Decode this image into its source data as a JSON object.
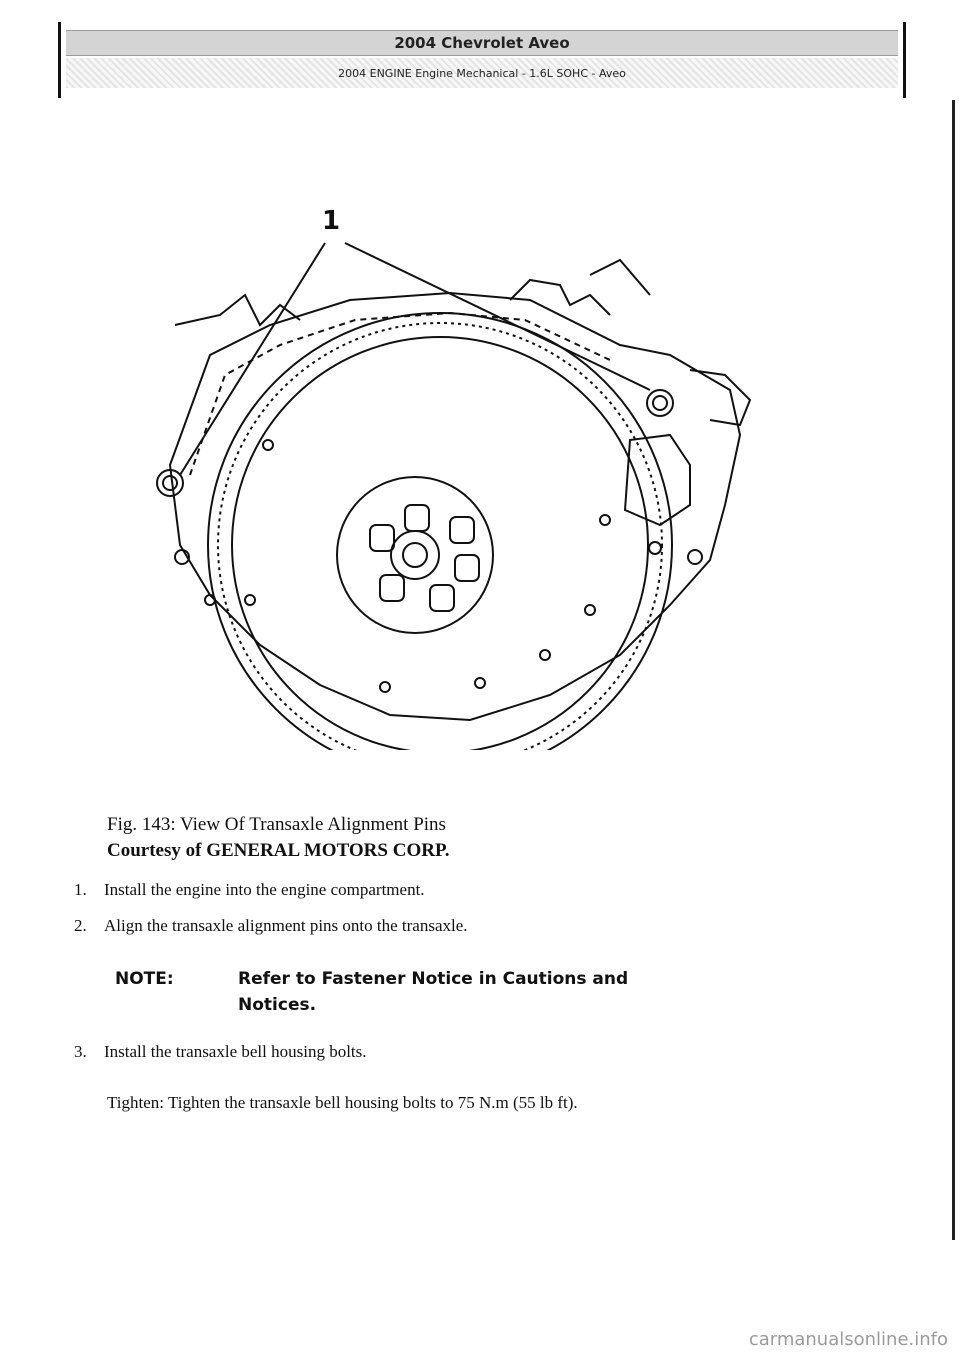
{
  "header": {
    "title": "2004 Chevrolet Aveo",
    "subtitle": "2004 ENGINE Engine Mechanical - 1.6L SOHC - Aveo"
  },
  "figure": {
    "callout_label": "1",
    "caption": "Fig. 143: View Of Transaxle Alignment Pins",
    "credit": "Courtesy of GENERAL MOTORS CORP."
  },
  "steps": [
    {
      "number": "1.",
      "text": "Install the engine into the engine compartment."
    },
    {
      "number": "2.",
      "text": "Align the transaxle alignment pins onto the transaxle."
    },
    {
      "number": "3.",
      "text": "Install the transaxle bell housing bolts."
    }
  ],
  "note": {
    "label": "NOTE:",
    "text": "Refer to Fastener Notice in Cautions and Notices."
  },
  "tighten": "Tighten: Tighten the transaxle bell housing bolts to 75 N.m (55 lb ft).",
  "watermark": "carmanualsonline.info"
}
